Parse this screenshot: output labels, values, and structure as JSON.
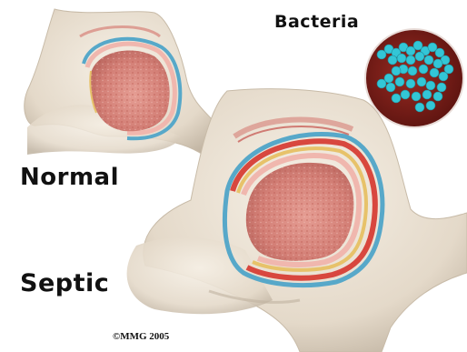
{
  "labels": {
    "normal": "Normal",
    "septic": "Septic",
    "bacteria": "Bacteria"
  },
  "copyright": "©MMG 2005",
  "colors": {
    "background": "#ffffff",
    "bone_shaft": "#e9e0d2",
    "bone_shadow": "#b9ad9c",
    "femoral_head": "#d9837a",
    "cartilage": "#f0b7ae",
    "synovium_blue": "#57a8c9",
    "inflamed_red": "#d8473e",
    "inflamed_yellow": "#e7c26a",
    "bacteria_circle": "#7a1d18",
    "bacteria_cells": "#33c6d6"
  }
}
